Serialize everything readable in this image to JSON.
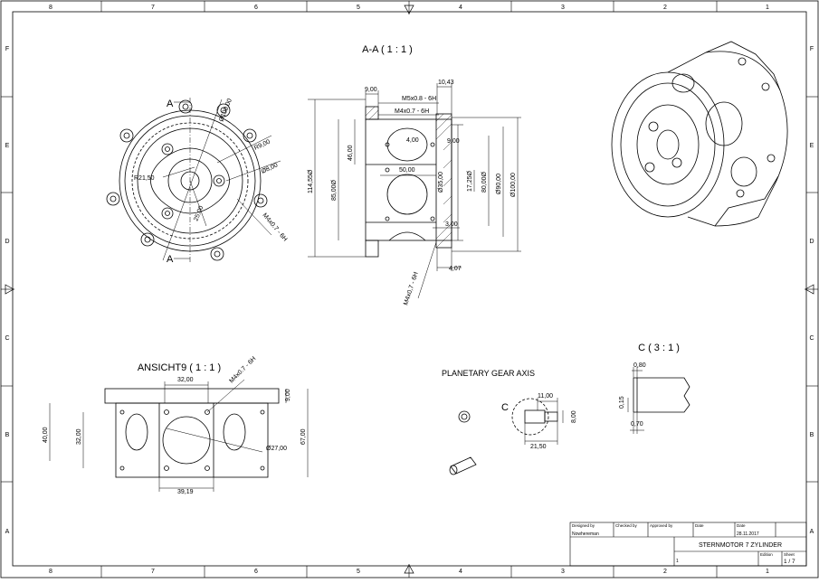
{
  "border": {
    "columns": [
      "8",
      "7",
      "6",
      "5",
      "4",
      "3",
      "2",
      "1"
    ],
    "rows": [
      "F",
      "E",
      "D",
      "C",
      "B",
      "A"
    ]
  },
  "views": {
    "section_aa": {
      "title": "A-A ( 1 : 1 )",
      "dims": {
        "d900": "9,00",
        "d1043": "10,43",
        "thread_m5": "M5x0.8 - 6H",
        "thread_m4": "M4x0.7 - 6H",
        "d400": "4,00",
        "d900b": "9,00",
        "d4600": "46,00",
        "d5000": "50,00",
        "d11455": "114,55Ø",
        "d8500": "85,00Ø",
        "d3500": "Ø35,00",
        "d1725": "17,25Ø",
        "d8000": "80,00Ø",
        "d9000": "Ø90,00",
        "d10000": "Ø100,00",
        "d300": "3,00",
        "d407": "4,07",
        "thread_m4b": "M4x0,7 - 6H"
      }
    },
    "front": {
      "section_letter_top": "A",
      "section_letter_bottom": "A",
      "dims": {
        "d100": "Ø100,00",
        "r900": "R9,00",
        "d800": "Ø8,00",
        "r2150": "R21,50",
        "d2500": "25,00",
        "thread": "M4x0.7 - 6H"
      }
    },
    "ansicht": {
      "title": "ANSICHT9 ( 1 : 1 )",
      "dims": {
        "d3200top": "32,00",
        "thread": "M4x0.7 - 6H",
        "d900": "9,00",
        "d4000": "40,00",
        "d3200": "32,00",
        "d6700": "67,00",
        "d2700": "Ø27,00",
        "d3919": "39,19"
      }
    },
    "planetary": {
      "title": "PLANETARY GEAR AXIS",
      "callout": "C",
      "dims": {
        "d1100": "11,00",
        "d800": "8,00",
        "d2150": "21,50"
      }
    },
    "detail_c": {
      "title": "C ( 3 : 1 )",
      "dims": {
        "d080": "0,80",
        "d015": "0,15",
        "d070": "0,70"
      }
    }
  },
  "title_block": {
    "designed_by_label": "Designed by",
    "designed_by": "Nowhereman",
    "checked_by_label": "Checked by",
    "approved_by_label": "Approved by",
    "date_label": "Date",
    "date_label2": "Date",
    "date": "28.11.2017",
    "part_number": "1",
    "title": "STERNMOTOR 7 ZYLINDER",
    "edition_label": "Edition",
    "sheet_label": "Sheet",
    "sheet": "1 / 7"
  }
}
